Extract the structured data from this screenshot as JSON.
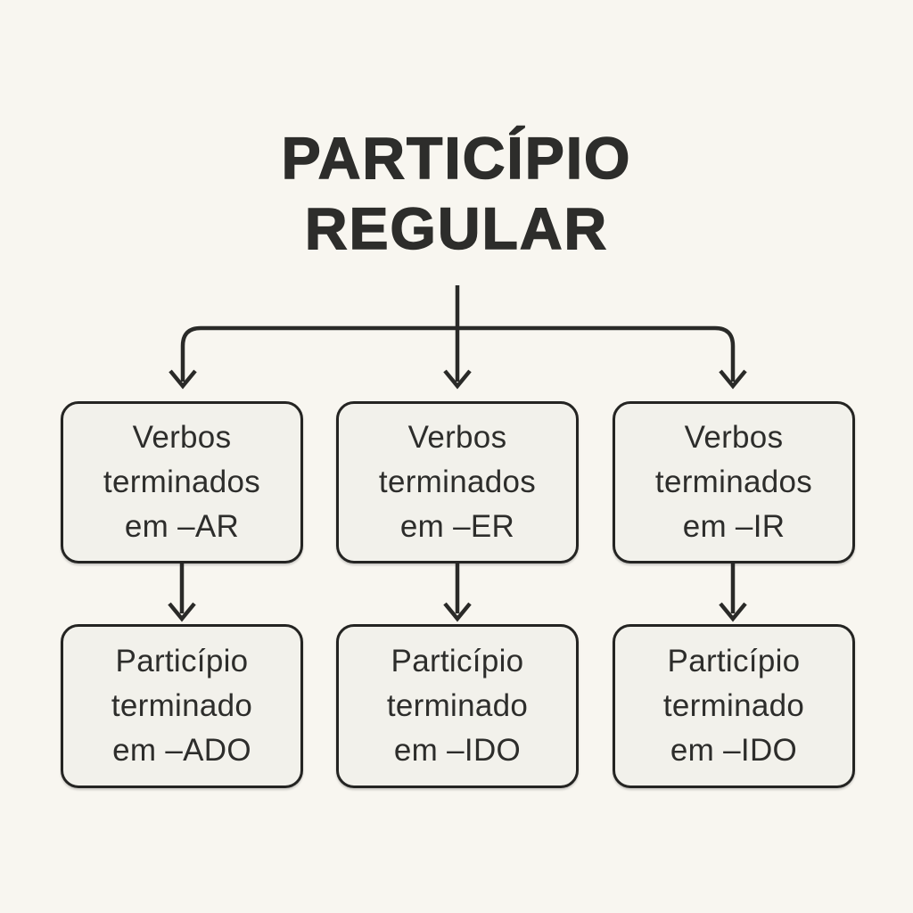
{
  "colors": {
    "background": "#F8F6F0",
    "box_fill": "#F2F1EB",
    "line": "#2A2A28",
    "text": "#2D2D2B"
  },
  "title": {
    "line1": "PARTICÍPIO",
    "line2": "REGULAR"
  },
  "diagram": {
    "type": "flowchart",
    "columns": [
      {
        "top": {
          "line1": "Verbos",
          "line2": "terminados",
          "line3": "em –AR"
        },
        "bottom": {
          "line1": "Particípio",
          "line2": "terminado",
          "line3": "em –ADO"
        }
      },
      {
        "top": {
          "line1": "Verbos",
          "line2": "terminados",
          "line3": "em –ER"
        },
        "bottom": {
          "line1": "Particípio",
          "line2": "terminado",
          "line3": "em –IDO"
        }
      },
      {
        "top": {
          "line1": "Verbos",
          "line2": "terminados",
          "line3": "em –IR"
        },
        "bottom": {
          "line1": "Particípio",
          "line2": "terminado",
          "line3": "em –IDO"
        }
      }
    ]
  }
}
